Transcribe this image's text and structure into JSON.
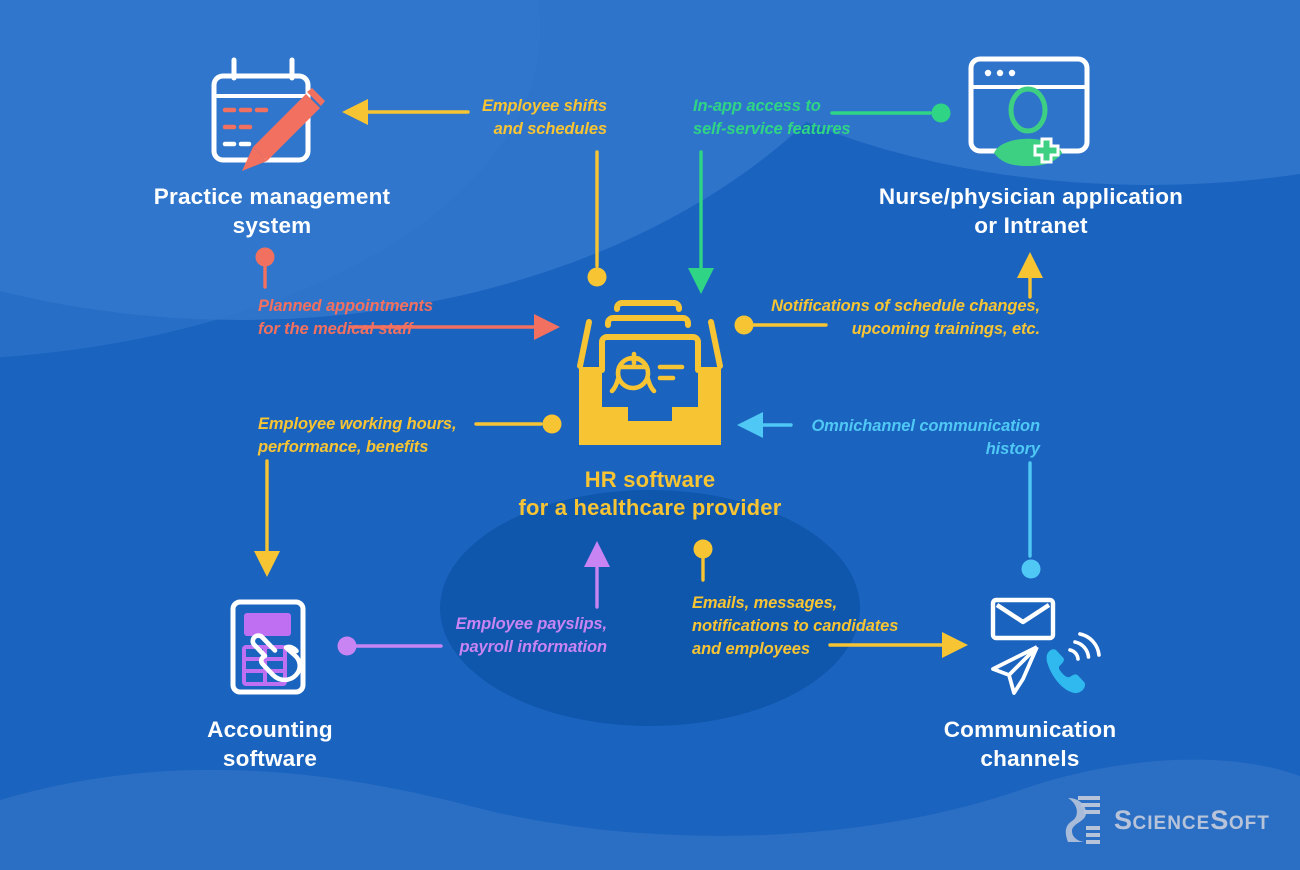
{
  "title": "HR software for a healthcare provider integrations diagram",
  "center": {
    "title_line1": "HR software",
    "title_line2": "for a healthcare provider"
  },
  "nodes": {
    "practice": {
      "line1": "Practice management",
      "line2": "system"
    },
    "nurse": {
      "line1": "Nurse/physician application",
      "line2": "or Intranet"
    },
    "accounting": {
      "line1": "Accounting",
      "line2": "software"
    },
    "communication": {
      "line1": "Communication",
      "line2": "channels"
    }
  },
  "flows": {
    "employee_shifts": {
      "line1": "Employee shifts",
      "line2": "and schedules",
      "color": "#F7C433",
      "direction": "HR software to Practice management system"
    },
    "in_app_access": {
      "line1": "In-app access to",
      "line2": "self-service features",
      "color": "#2FD584",
      "direction": "Nurse/physician application to HR software"
    },
    "planned_appointments": {
      "line1": "Planned appointments",
      "line2": "for the medical staff",
      "color": "#F2705F",
      "direction": "Practice management system to HR software"
    },
    "notifications": {
      "line1": "Notifications of schedule changes,",
      "line2": "upcoming trainings, etc.",
      "color": "#F7C433",
      "direction": "HR software to Nurse/physician application"
    },
    "working_hours": {
      "line1": "Employee working hours,",
      "line2": "performance, benefits",
      "color": "#F7C433",
      "direction": "HR software to Accounting software"
    },
    "omnichannel": {
      "line1": "Omnichannel communication",
      "line2": "history",
      "color": "#4FC8F5",
      "direction": "Communication channels to HR software"
    },
    "payslips": {
      "line1": "Employee payslips,",
      "line2": "payroll information",
      "color": "#C884F2",
      "direction": "Accounting software to HR software"
    },
    "emails": {
      "line1": "Emails, messages,",
      "line2": "notifications to candidates",
      "line3": "and employees",
      "color": "#F7C433",
      "direction": "HR software to Communication channels"
    }
  },
  "logo": {
    "part1": "S",
    "part2": "CIENCE",
    "part3": "S",
    "part4": "OFT",
    "full": "ScienceSoft"
  },
  "palette": {
    "background_base": "#1A63BE",
    "background_light_wave": "#2E74CB",
    "background_dark_dip": "#0F56AD",
    "bottom_wave": "#2B6FC5",
    "yellow": "#F7C433",
    "salmon": "#F2705F",
    "green": "#3ED082",
    "cyan": "#2FB9EF",
    "purple": "#BE6FF2",
    "white": "#FFFFFF",
    "logo_gray": "#B6C3D9"
  }
}
